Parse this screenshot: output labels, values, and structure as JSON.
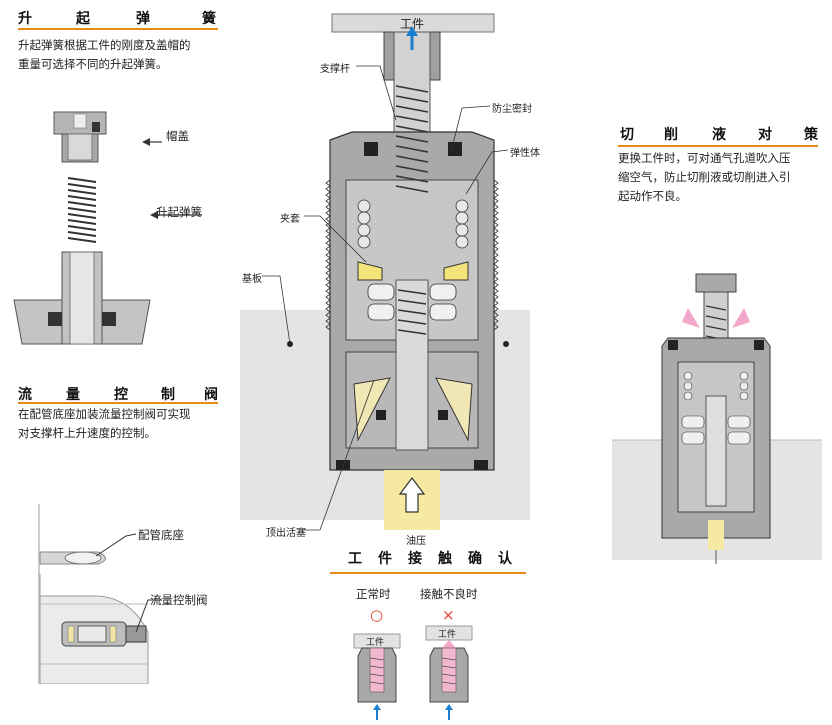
{
  "lift_spring": {
    "title_chars": [
      "升",
      "起",
      "弹",
      "簧"
    ],
    "desc_line1": "升起弹簧根据工件的刚度及盖帽的",
    "desc_line2": "重量可选择不同的升起弹簧。",
    "label_cap": "帽盖",
    "label_spring": "升起弹簧"
  },
  "flow_valve": {
    "title_chars": [
      "流",
      "量",
      "控",
      "制",
      "阀"
    ],
    "desc_line1": "在配管底座加装流量控制阀可实现",
    "desc_line2": "对支撑杆上升速度的控制。",
    "label_base": "配管底座",
    "label_valve": "流量控制阀"
  },
  "main_diagram": {
    "workpiece": "工件",
    "support_rod": "支撑杆",
    "dust_seal": "防尘密封",
    "elastic_body": "弹性体",
    "collet": "夹套",
    "base_plate": "基板",
    "ejector_piston": "顶出活塞",
    "oil_pressure": "油压"
  },
  "coolant": {
    "title_chars": [
      "切",
      "削",
      "液",
      "对",
      "策"
    ],
    "desc_line1": "更换工件时，可对通气孔道吹入压",
    "desc_line2": "缩空气，防止切削液或切削进入引",
    "desc_line3": "起动作不良。"
  },
  "contact_check": {
    "title_chars": [
      "工",
      "件",
      "接",
      "触",
      "确",
      "认"
    ],
    "normal_label": "正常时",
    "normal_symbol": "○",
    "bad_label": "接触不良时",
    "bad_symbol": "×",
    "workpiece_label_1": "工件",
    "workpiece_label_2": "工件"
  },
  "colors": {
    "accent_orange": "#e58a12",
    "blue_arrow": "#1a7fd0",
    "body_gray": "#a9a9a9",
    "yellow_oil": "#f6eaa2",
    "plate_gray": "#e4e4e4",
    "pink_air": "#f3a7c8",
    "red_x": "#e0402a"
  }
}
